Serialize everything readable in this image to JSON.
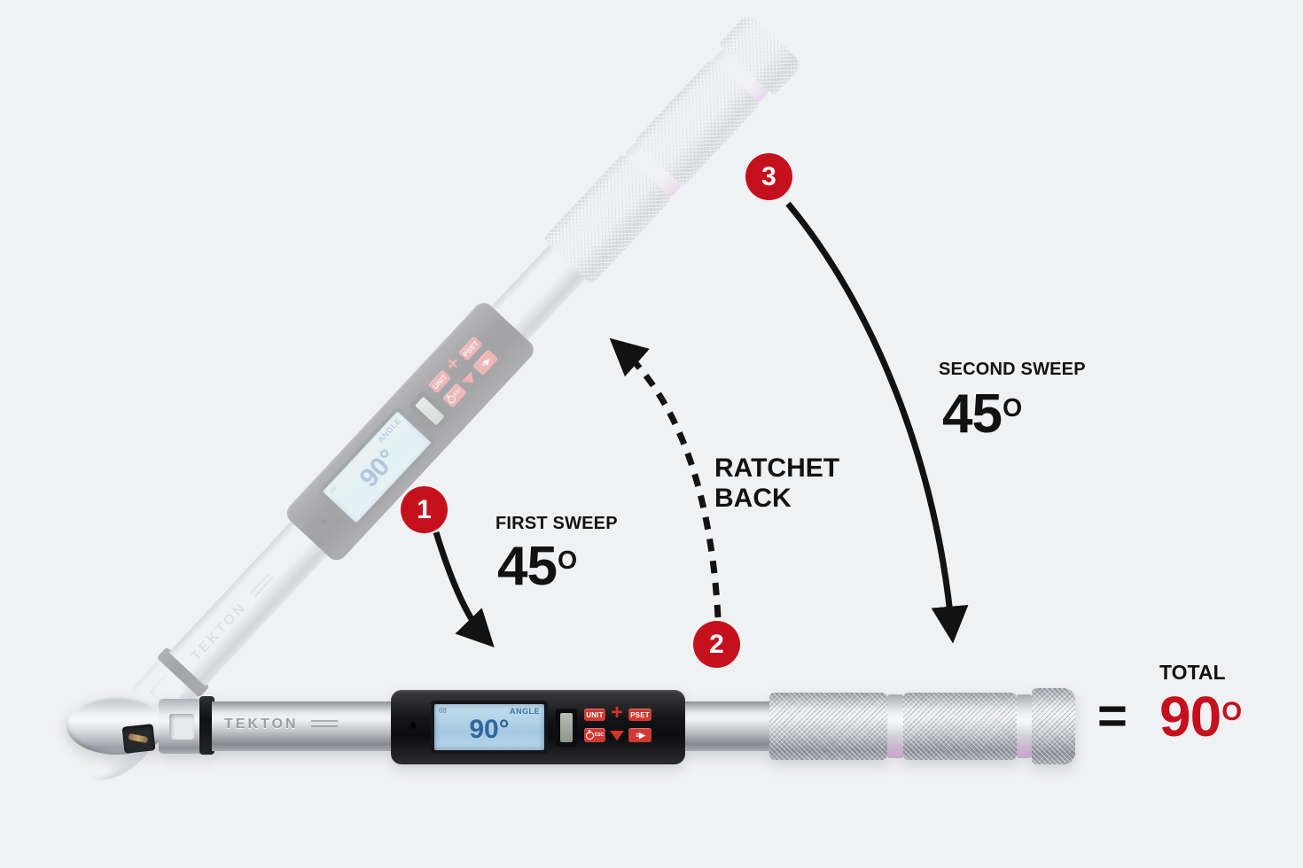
{
  "canvas": {
    "background_color": "#f0f1f3",
    "accent_red": "#c5101e",
    "ink_color": "#121212"
  },
  "steps": [
    {
      "number": "1",
      "label": "FIRST SWEEP",
      "angle_value": "45",
      "angle_unit": "O"
    },
    {
      "number": "2",
      "label": "RATCHET BACK"
    },
    {
      "number": "3",
      "label": "SECOND SWEEP",
      "angle_value": "45",
      "angle_unit": "O"
    }
  ],
  "total": {
    "label": "TOTAL",
    "equals_sign": "=",
    "value": "90",
    "unit": "O"
  },
  "wrench": {
    "brand_engraving": "TEKTON",
    "display": {
      "status": "08",
      "mode_label": "ANGLE",
      "value": "90°"
    },
    "buttons": {
      "unit": "UNIT",
      "plus": "+",
      "pset": "PSET",
      "esc": "ESC",
      "menu": "≡▶"
    }
  }
}
